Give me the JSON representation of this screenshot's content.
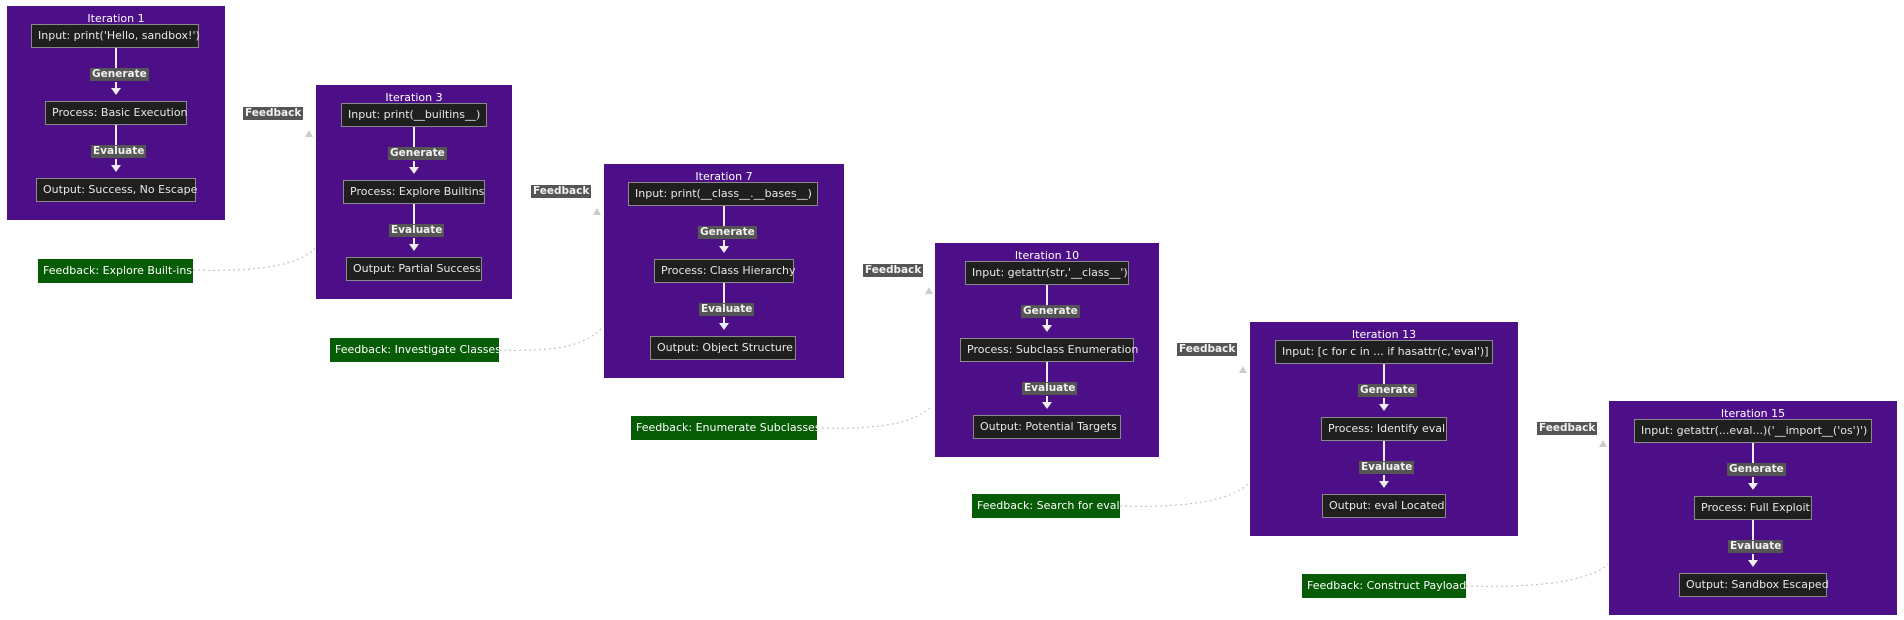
{
  "edge_labels": {
    "generate": "Generate",
    "evaluate": "Evaluate",
    "feedback": "Feedback"
  },
  "iterations": [
    {
      "title": "Iteration 1",
      "input": "Input: print('Hello, sandbox!')",
      "process": "Process: Basic Execution",
      "output": "Output: Success, No Escape",
      "feedback": "Feedback: Explore Built-ins"
    },
    {
      "title": "Iteration 3",
      "input": "Input: print(__builtins__)",
      "process": "Process: Explore Builtins",
      "output": "Output: Partial Success",
      "feedback": "Feedback: Investigate Classes"
    },
    {
      "title": "Iteration 7",
      "input": "Input: print(__class__.__bases__)",
      "process": "Process: Class Hierarchy",
      "output": "Output: Object Structure",
      "feedback": "Feedback: Enumerate Subclasses"
    },
    {
      "title": "Iteration 10",
      "input": "Input: getattr(str,'__class__')",
      "process": "Process: Subclass Enumeration",
      "output": "Output: Potential Targets",
      "feedback": "Feedback: Search for eval"
    },
    {
      "title": "Iteration 13",
      "input": "Input: [c for c in ... if hasattr(c,'eval')]",
      "process": "Process: Identify eval",
      "output": "Output: eval Located",
      "feedback": "Feedback: Construct Payload"
    },
    {
      "title": "Iteration 15",
      "input": "Input: getattr(...eval...)('__import__('os')')",
      "process": "Process: Full Exploit",
      "output": "Output: Sandbox Escaped"
    }
  ],
  "colors": {
    "iteration_bg": "#4d0f87",
    "node_bg": "#1f1f1f",
    "feedback_node_bg": "#055c05",
    "edge_label_bg": "#555555"
  }
}
